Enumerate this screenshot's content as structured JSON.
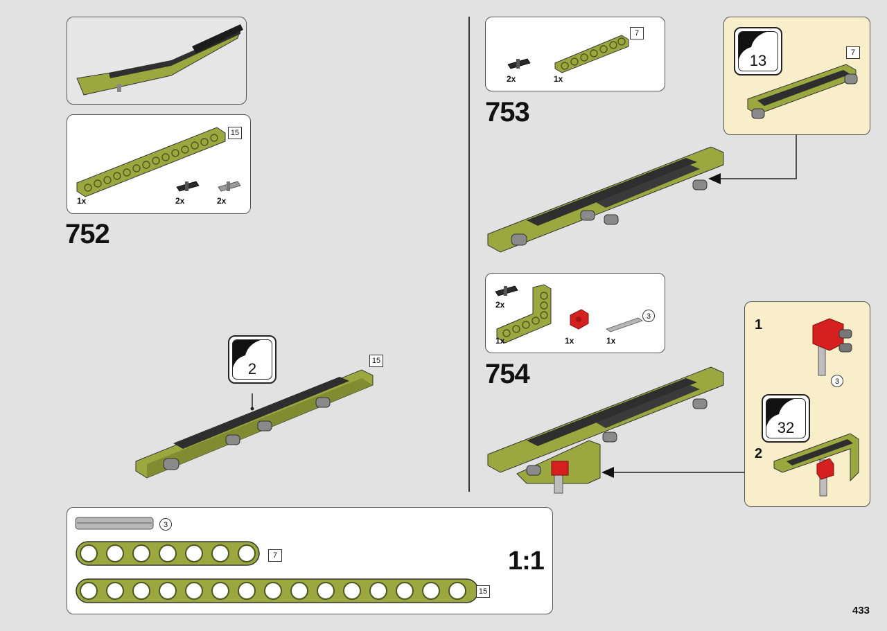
{
  "steps": {
    "s752": {
      "number": "752",
      "parts": [
        {
          "qty": "1x"
        },
        {
          "qty": "2x"
        },
        {
          "qty": "2x"
        }
      ],
      "beam_length": "15",
      "callout": "2"
    },
    "s753": {
      "number": "753",
      "parts": [
        {
          "qty": "2x"
        },
        {
          "qty": "1x"
        }
      ],
      "beam_length": "7",
      "sub_callout": "13",
      "sub_length": "7"
    },
    "s754": {
      "number": "754",
      "parts": [
        {
          "qty": "2x"
        },
        {
          "qty": "1x"
        },
        {
          "qty": "1x"
        },
        {
          "qty": "1x"
        }
      ],
      "axle_length": "3",
      "sub_step_1": "1",
      "sub_step_2": "2",
      "sub_axle_length": "3",
      "sub_callout": "32"
    }
  },
  "scale_box": {
    "label": "1:1",
    "axle_length": "3",
    "beam7_length": "7",
    "beam15_length": "15"
  },
  "page_number": "433",
  "colors": {
    "lime": "#9aa83f",
    "dark": "#2b2b2b",
    "red": "#d5201f",
    "panel_yellow": "#f8eec9"
  }
}
